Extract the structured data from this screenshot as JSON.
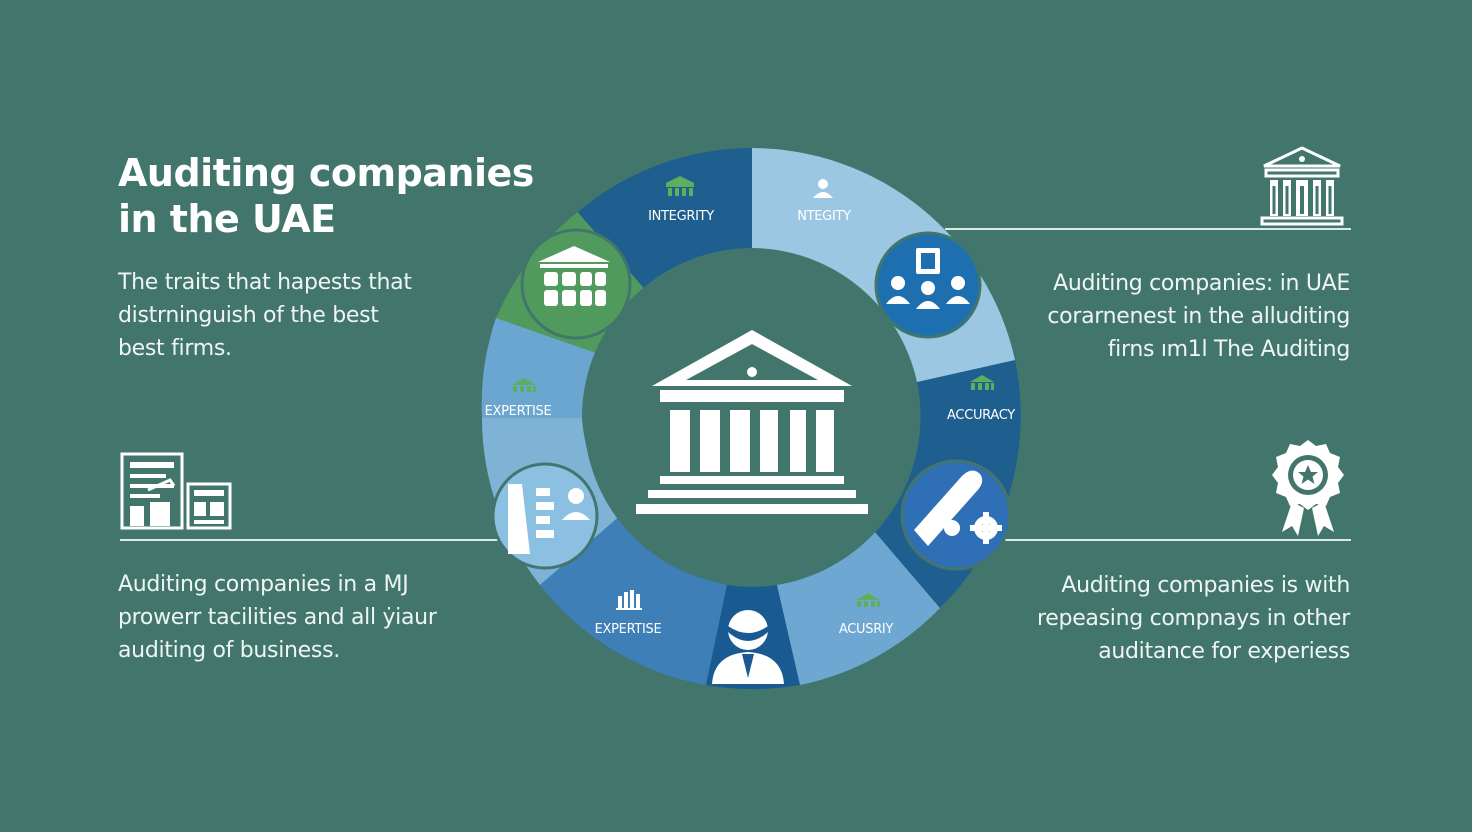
{
  "title": {
    "line1": "Auditing companies",
    "line2": "in the UAE"
  },
  "intro": {
    "lines": [
      "The traits that hapests that",
      "distrninguish of the best",
      "best firms."
    ]
  },
  "left_bottom": {
    "lines": [
      "Auditing companies in a MJ",
      "prowerr tacilities and all ẏiaur",
      "auditing of business."
    ]
  },
  "right_top": {
    "lines": [
      "Auditing companies: in UAE",
      "corarnenest in the alluditing",
      "firns ım1l The Auditing"
    ]
  },
  "right_bottom": {
    "lines": [
      "Auditing companies is with",
      "repeasing compnays in other",
      "auditance for experiess"
    ]
  },
  "ring": {
    "labels": {
      "top_left": "INTEGRITY",
      "top_right": "NTEGITY",
      "left": "EXPERTISE",
      "right": "ACCURACY",
      "bottom_left": "EXPERTISE",
      "bottom_right": "ACUSRIY"
    }
  },
  "colors": {
    "background": "#42766c",
    "ring_dark": "#1f5f8f",
    "ring_mid": "#3d7fb6",
    "ring_light": "#7fb3d6",
    "ring_pale": "#9cc7e2",
    "badge_green": "#4f9a5c",
    "badge_blue": "#1e6fb0",
    "badge_light": "#8cc0e2",
    "accent_green": "#5fae5f"
  },
  "icons": {
    "center": "bank-building-icon",
    "top_right_corner": "government-building-icon",
    "left_corner": "office-documents-icon",
    "right_corner": "award-ribbon-icon"
  }
}
